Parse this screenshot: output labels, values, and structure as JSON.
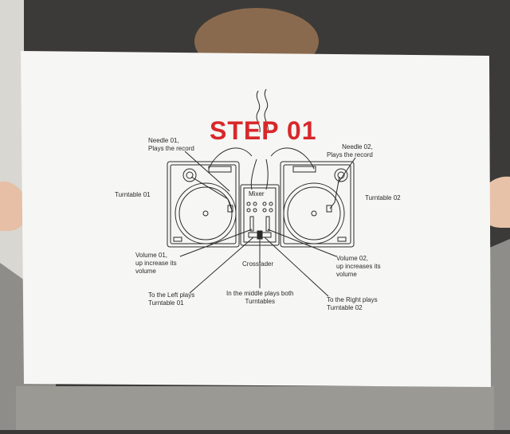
{
  "title": "STEP 01",
  "labels": {
    "needle_01": "Needle 01,\nPlays the record",
    "needle_02": "Needle 02,\nPlays the record",
    "turntable_01": "Turntable 01",
    "turntable_02": "Turntable 02",
    "mixer": "Mixer",
    "volume_01": "Volume 01,\nup increase its\nvolume",
    "volume_02": "Volume 02,\nup increases its\nvolume",
    "crossfader": "Crossfader",
    "left": "To the Left plays\nTurntable 01",
    "middle": "In the middle plays both\nTurntables",
    "right": "To the Right plays\nTurntable 02"
  },
  "colors": {
    "title": "#d8282a",
    "poster": "#f6f6f4",
    "line": "#2a2a2a"
  }
}
